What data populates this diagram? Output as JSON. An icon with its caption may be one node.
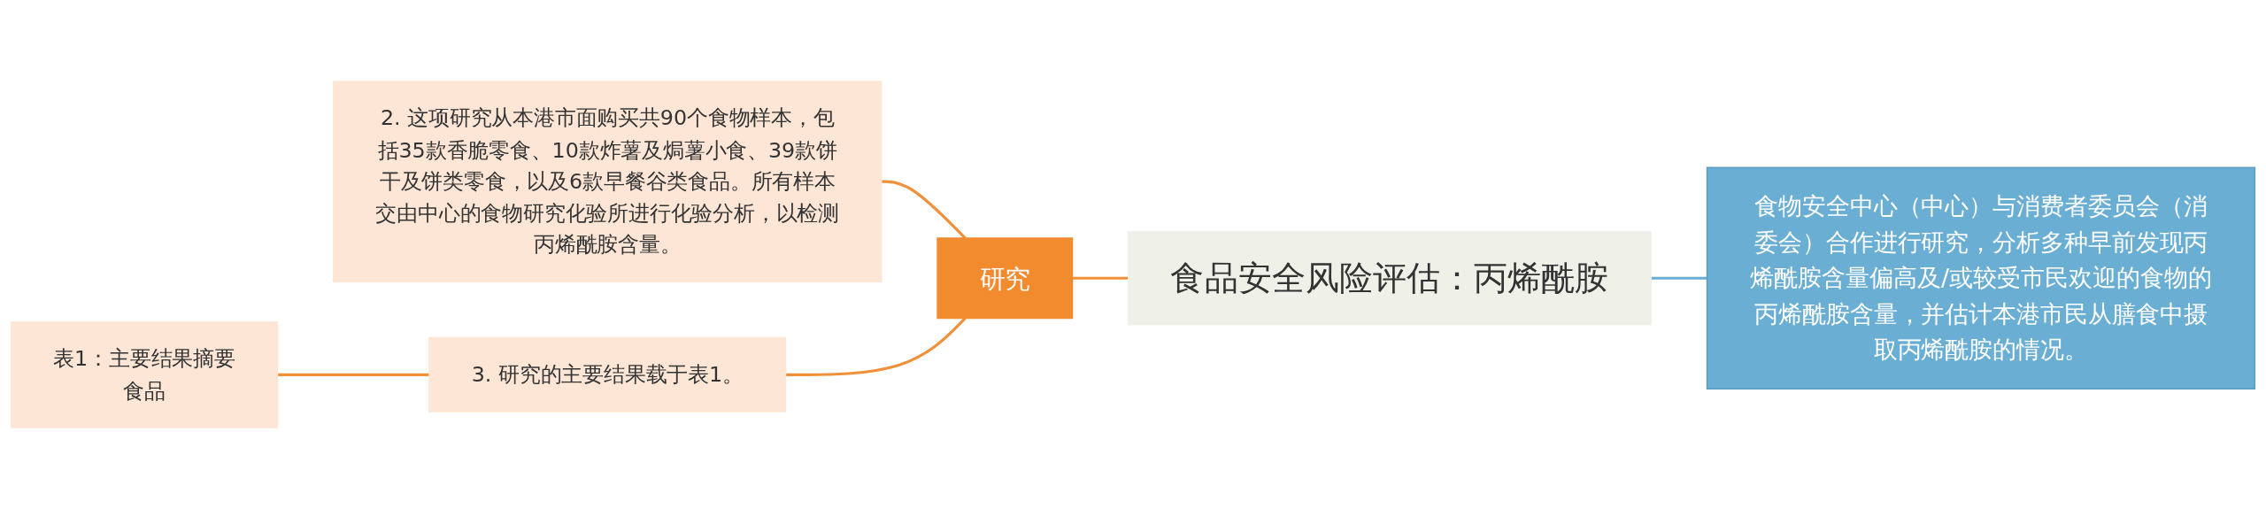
{
  "diagram": {
    "nodes": [
      {
        "text": [
          "食品安全风险评估：丙烯酰胺"
        ]
      },
      {
        "text": [
          "研究"
        ]
      },
      {
        "text": [
          "2. 这项研究从本港市面购买共90个食物样本，包括35款香脆零食、10款炸薯及焗薯小食、39款饼干及饼类零食，以及6款早餐谷类食品。所有样本交由中心的食物研究化验所进行化验分析，以检测丙烯酰胺含量。"
        ]
      },
      {
        "text": [
          "3. 研究的主要结果载于表1。"
        ]
      },
      {
        "text": [
          "表1：主要结果摘要",
          "食品"
        ]
      },
      {
        "text": [
          "食物安全中心（中心）与消费者委员会（消委会）合作进行研究，分析多种早前发现丙烯酰胺含量偏高及/或较受市民欢迎的食物的丙烯酰胺含量，并估计本港市民从膳食中摄取丙烯酰胺的情况。"
        ]
      }
    ],
    "edges": [
      {
        "from": 1,
        "to": 0,
        "arrow": "none",
        "color": "#f0913a"
      },
      {
        "from": 2,
        "to": 1,
        "arrow": "none",
        "color": "#f0913a"
      },
      {
        "from": 3,
        "to": 1,
        "arrow": "none",
        "color": "#f0913a"
      },
      {
        "from": 4,
        "to": 3,
        "arrow": "none",
        "color": "#f0913a"
      },
      {
        "from": 0,
        "to": 5,
        "arrow": "none",
        "color": "#6aaed3"
      }
    ]
  }
}
